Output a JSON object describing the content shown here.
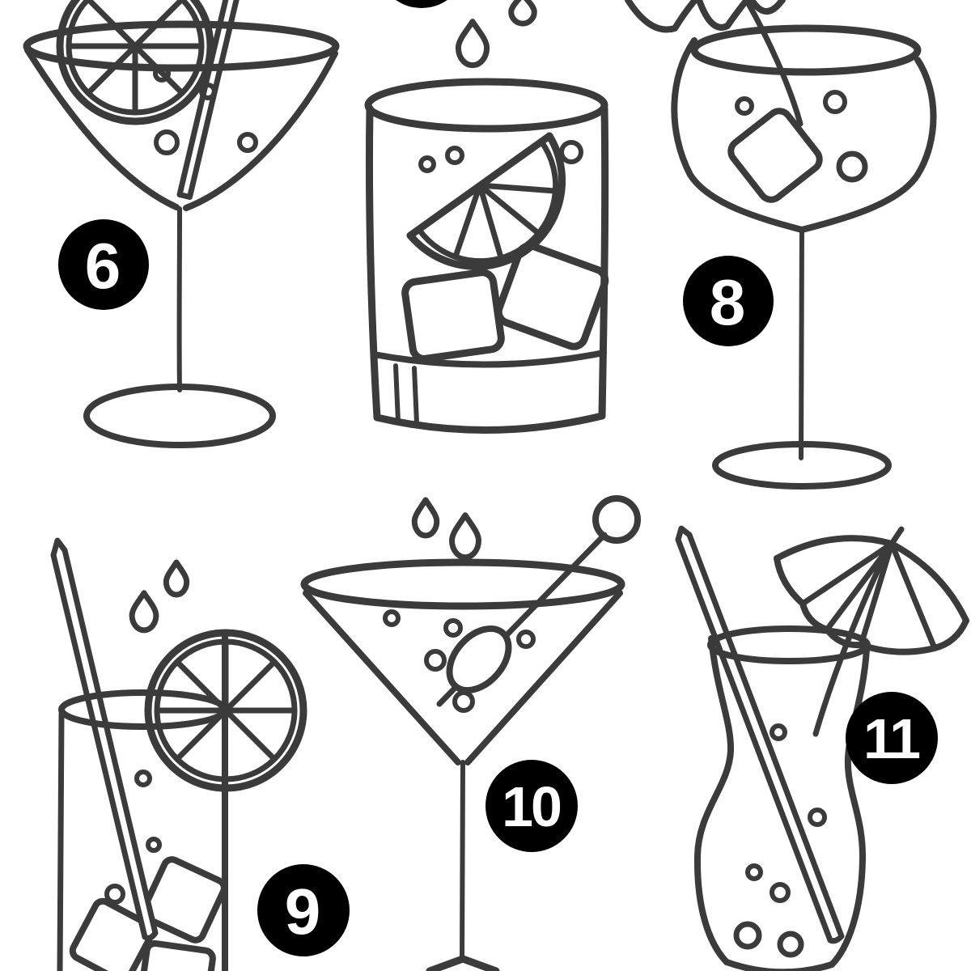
{
  "title": "Hand-drawn cocktail glasses numbered illustration",
  "style": {
    "background": "#ffffff",
    "ink": "#3b3b3b",
    "badge_bg": "#000000",
    "badge_fg": "#ffffff"
  },
  "cocktails": [
    {
      "badge": "6",
      "glass": "margarita-glass"
    },
    {
      "badge": "",
      "glass": "rocks-glass"
    },
    {
      "badge": "8",
      "glass": "coupe-glass"
    },
    {
      "badge": "9",
      "glass": "collins-glass"
    },
    {
      "badge": "10",
      "glass": "martini-glass"
    },
    {
      "badge": "11",
      "glass": "hurricane-glass"
    }
  ]
}
